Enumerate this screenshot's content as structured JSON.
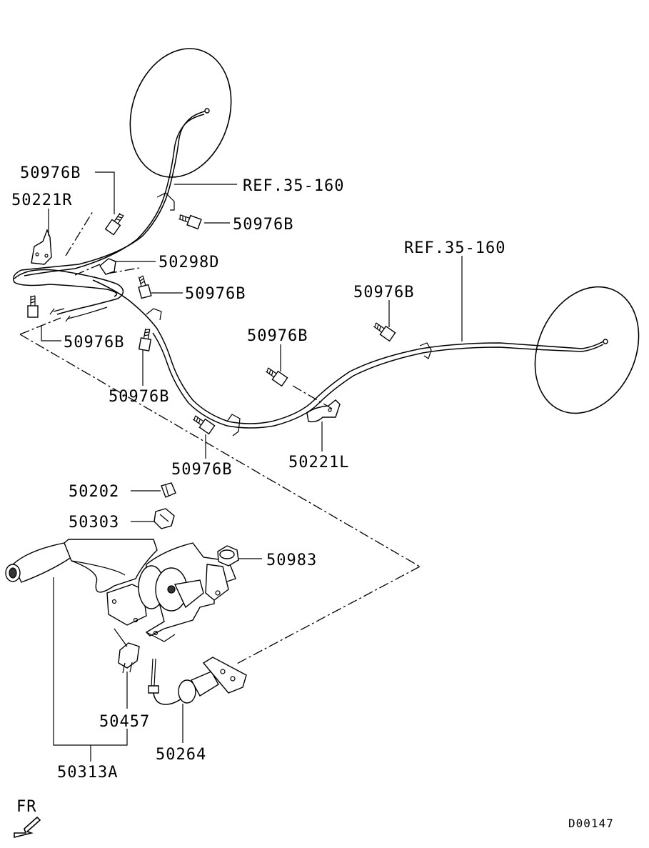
{
  "labels": {
    "p50976b_a": "50976B",
    "p50221r": "50221R",
    "ref_left": "REF.35-160",
    "p50976b_b": "50976B",
    "p50298d": "50298D",
    "p50976b_c": "50976B",
    "ref_right": "REF.35-160",
    "p50976b_d": "50976B",
    "p50976b_e": "50976B",
    "p50976b_f": "50976B",
    "p50976b_g": "50976B",
    "p50221l": "50221L",
    "p50976b_h": "50976B",
    "p50202": "50202",
    "p50303": "50303",
    "p50983": "50983",
    "p50457": "50457",
    "p50264": "50264",
    "p50313a": "50313A",
    "fr": "FR",
    "code": "D00147"
  },
  "icons": {
    "front_arrow": "front-direction-arrow-icon"
  }
}
